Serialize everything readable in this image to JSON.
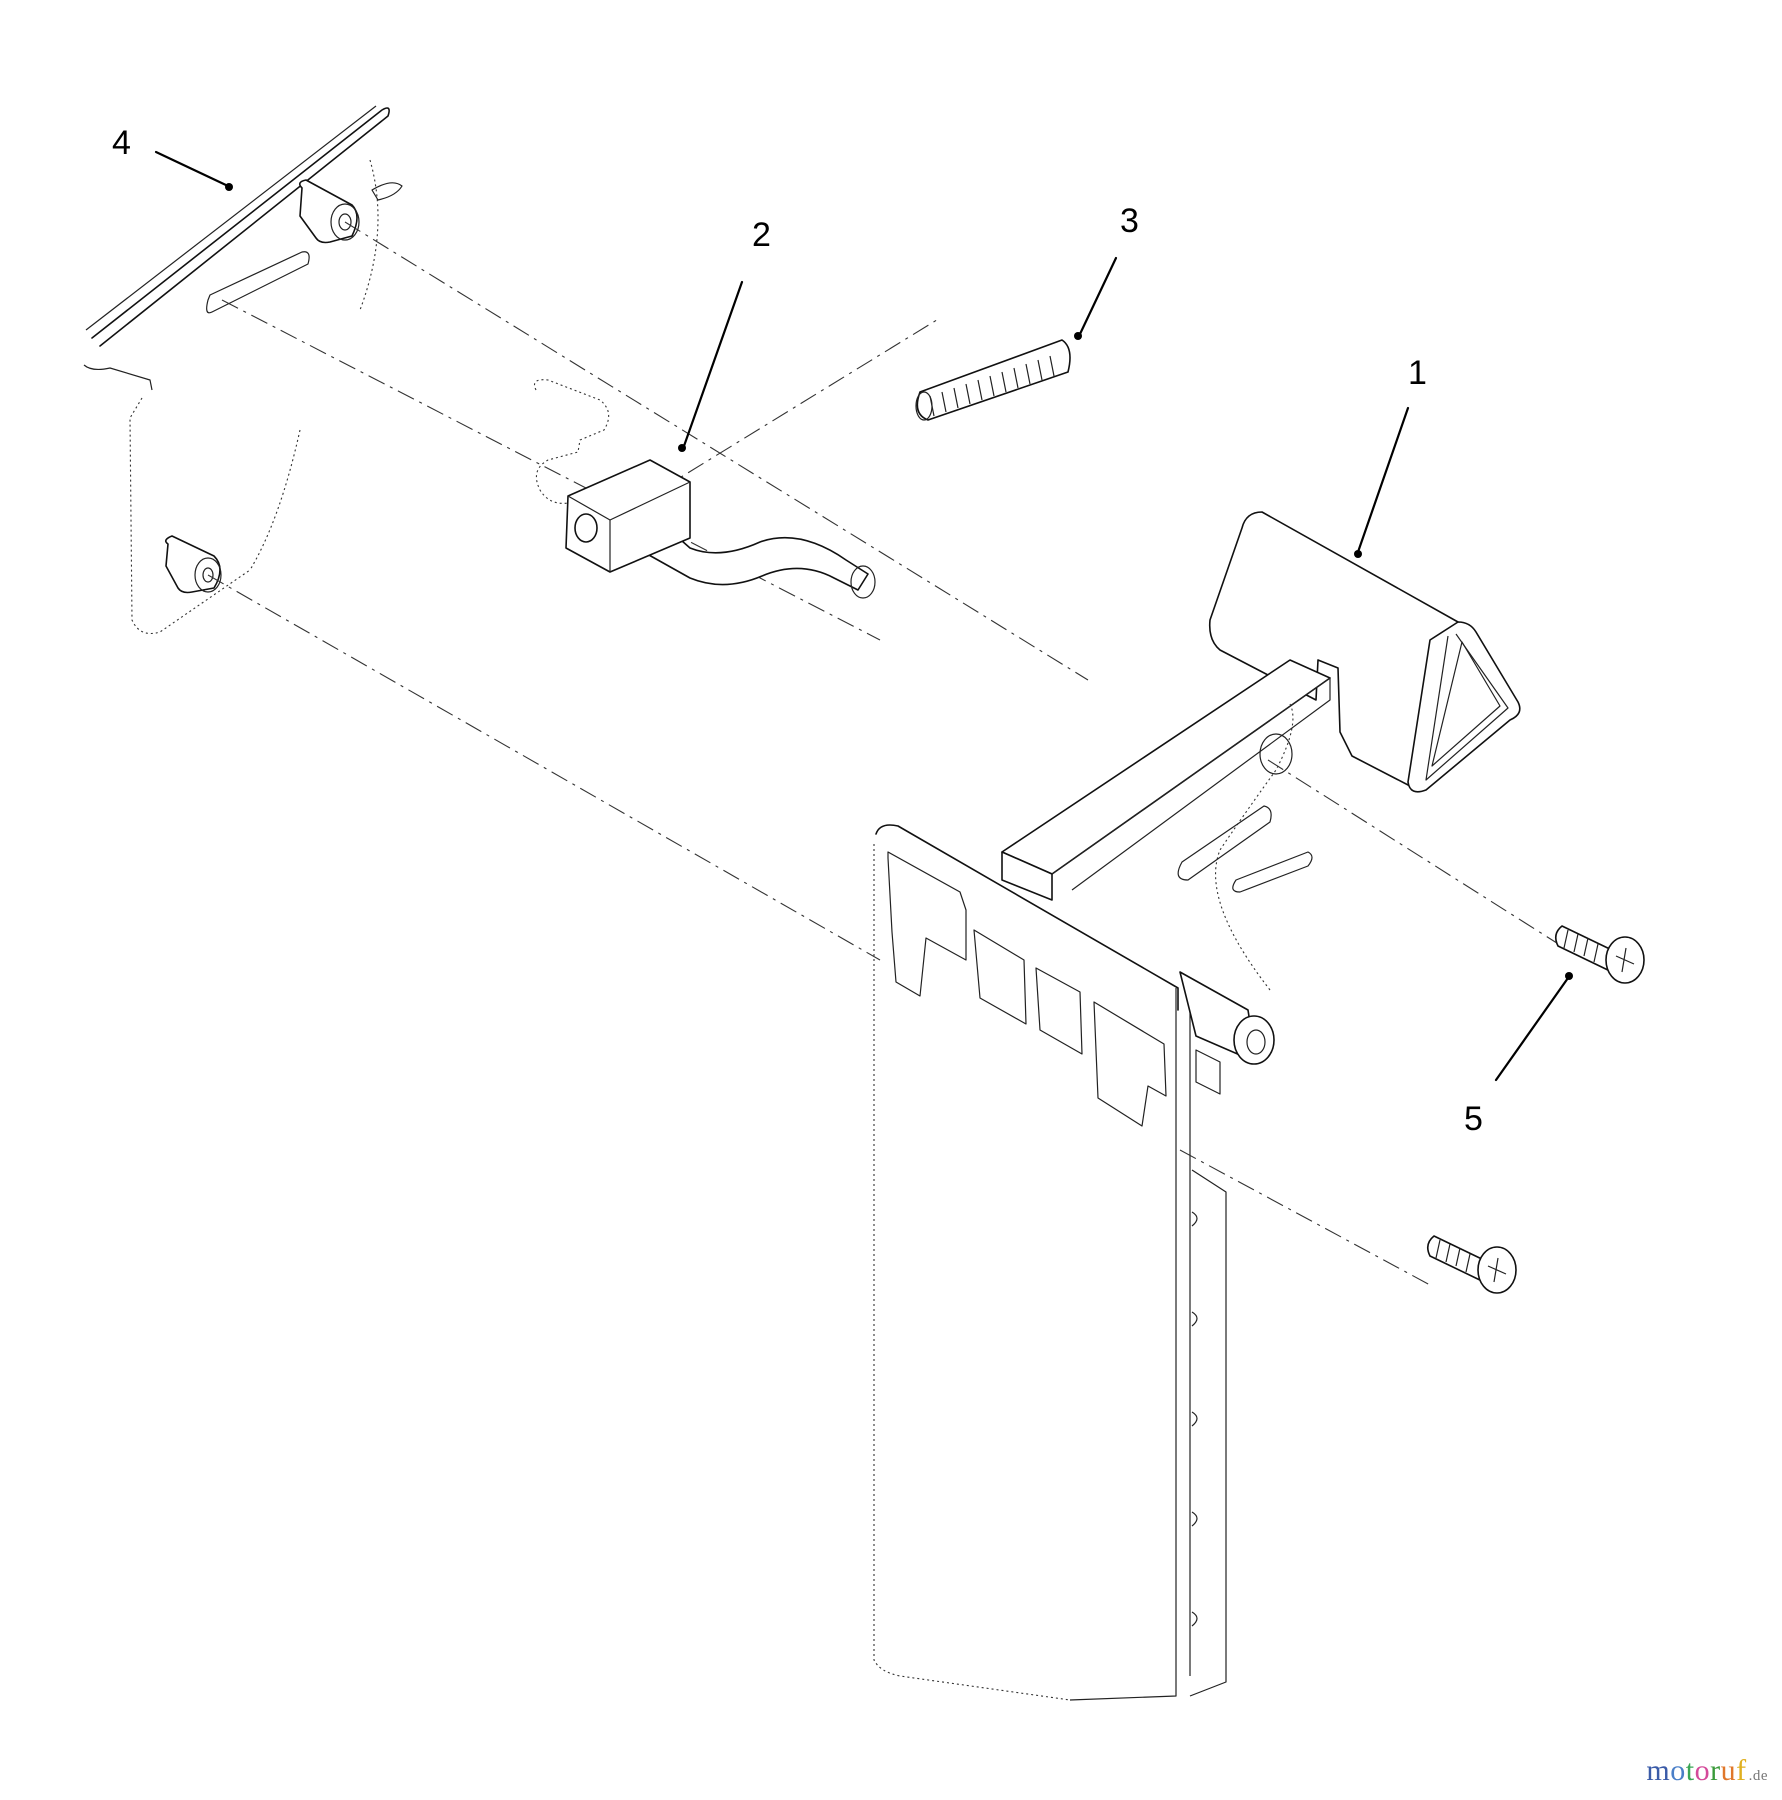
{
  "diagram": {
    "type": "exploded-parts-view",
    "callouts": [
      {
        "id": "1",
        "label": "1",
        "part": "handle grip"
      },
      {
        "id": "2",
        "label": "2",
        "part": "latch rod"
      },
      {
        "id": "3",
        "label": "3",
        "part": "compression spring"
      },
      {
        "id": "4",
        "label": "4",
        "part": "mounting plate"
      },
      {
        "id": "5",
        "label": "5",
        "part": "screw"
      }
    ]
  },
  "watermark": {
    "letters": [
      {
        "ch": "m",
        "color": "#3a5ba8"
      },
      {
        "ch": "o",
        "color": "#4a7fc8"
      },
      {
        "ch": "t",
        "color": "#3aa655"
      },
      {
        "ch": "o",
        "color": "#d44a9a"
      },
      {
        "ch": "r",
        "color": "#3a9a3a"
      },
      {
        "ch": "u",
        "color": "#e0772a"
      },
      {
        "ch": "f",
        "color": "#e0b020"
      }
    ],
    "tld": ".de"
  }
}
